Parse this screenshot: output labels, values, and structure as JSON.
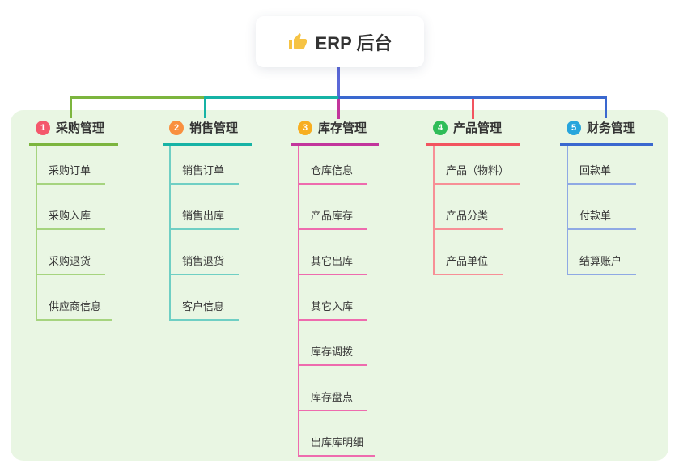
{
  "root": {
    "title": "ERP 后台",
    "icon": "thumbs-up",
    "icon_color": "#f6c344",
    "connector_color": "#5b68d8"
  },
  "panel": {
    "background": "#e9f6e3"
  },
  "branches": [
    {
      "number": "1",
      "label": "采购管理",
      "badge_color": "#f4586c",
      "line_color": "#7cb53e",
      "child_line_color": "#a6d47f",
      "children": [
        "采购订单",
        "采购入库",
        "采购退货",
        "供应商信息"
      ]
    },
    {
      "number": "2",
      "label": "销售管理",
      "badge_color": "#f9903f",
      "line_color": "#16b3a5",
      "child_line_color": "#6fcfc4",
      "children": [
        "销售订单",
        "销售出库",
        "销售退货",
        "客户信息"
      ]
    },
    {
      "number": "3",
      "label": "库存管理",
      "badge_color": "#f7ae21",
      "line_color": "#c2359c",
      "child_line_color": "#ee6bae",
      "children": [
        "仓库信息",
        "产品库存",
        "其它出库",
        "其它入库",
        "库存调拨",
        "库存盘点",
        "出库库明细"
      ]
    },
    {
      "number": "4",
      "label": "产品管理",
      "badge_color": "#2fbd58",
      "line_color": "#f2545f",
      "child_line_color": "#f78f96",
      "children": [
        "产品（物料）",
        "产品分类",
        "产品单位"
      ]
    },
    {
      "number": "5",
      "label": "财务管理",
      "badge_color": "#27a5dc",
      "line_color": "#3a68cf",
      "child_line_color": "#8fa9e4",
      "children": [
        "回款单",
        "付款单",
        "结算账户"
      ]
    }
  ]
}
